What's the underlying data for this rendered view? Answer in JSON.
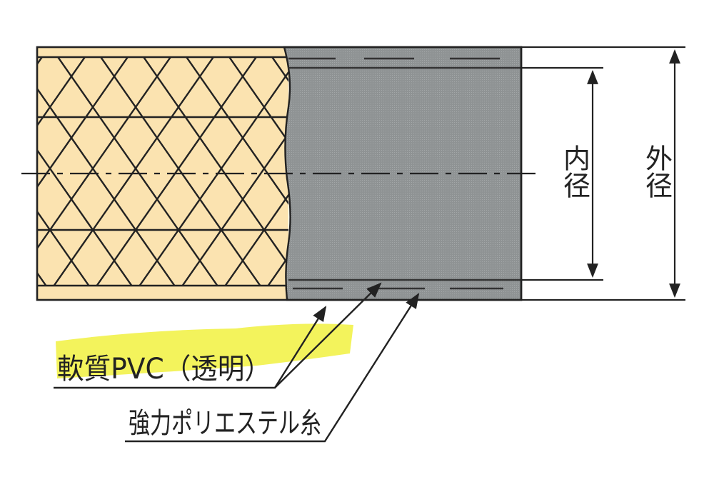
{
  "diagram": {
    "labels": {
      "inner_diameter": "内径",
      "outer_diameter": "外径",
      "material": "軟質PVC（透明）",
      "reinforcement": "強力ポリエステル糸"
    },
    "colors": {
      "outer_layer": "#fbe3b0",
      "cut_section": "#8f9394",
      "highlight": "#f2f24a",
      "line": "#222222"
    }
  }
}
